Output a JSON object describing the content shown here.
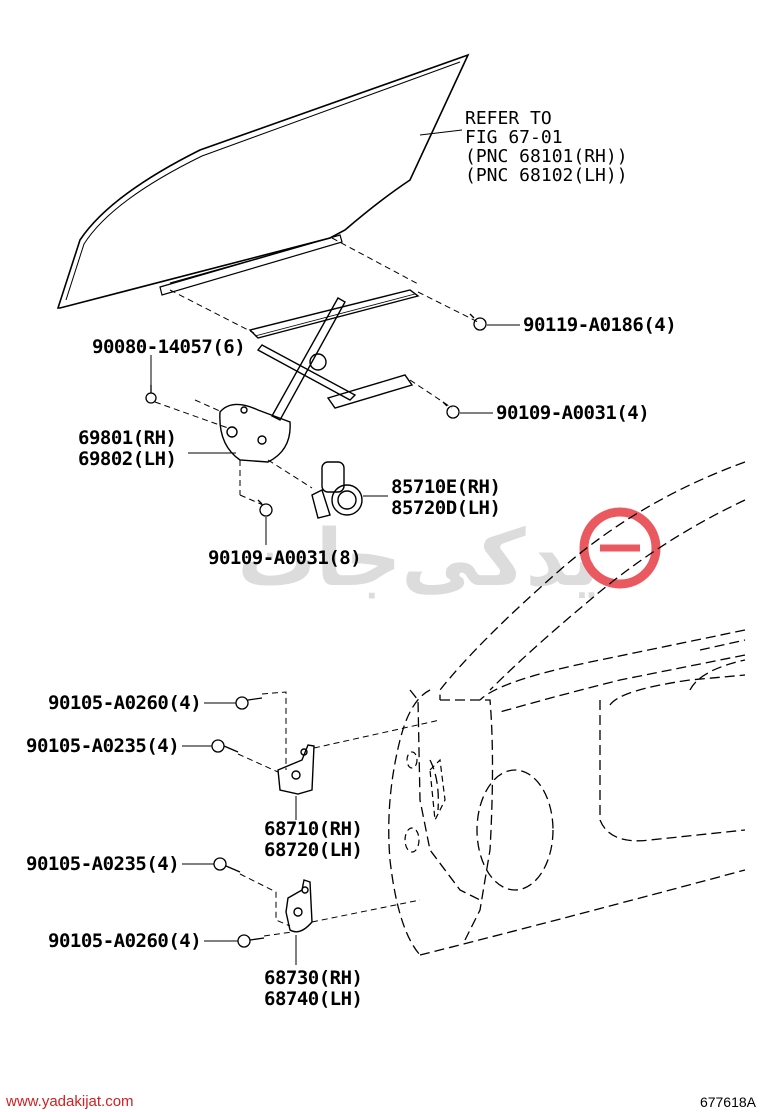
{
  "diagram": {
    "refer_lines": [
      "REFER TO",
      "FIG 67-01",
      "(PNC 68101(RH))",
      "(PNC 68102(LH))"
    ],
    "callouts": {
      "bolt_glass": "90119-A0186(4)",
      "bolt_channel": "90109-A0031(4)",
      "bolt_regulator": "90080-14057(6)",
      "regulator_rh": "69801(RH)",
      "regulator_lh": "69802(LH)",
      "motor_rh": "85710E(RH)",
      "motor_lh": "85720D(LH)",
      "bolt_motor": "90109-A0031(8)",
      "upper_hinge_bolt_a": "90105-A0260(4)",
      "upper_hinge_bolt_b": "90105-A0235(4)",
      "upper_hinge_rh": "68710(RH)",
      "upper_hinge_lh": "68720(LH)",
      "lower_hinge_bolt_a": "90105-A0235(4)",
      "lower_hinge_bolt_b": "90105-A0260(4)",
      "lower_hinge_rh": "68730(RH)",
      "lower_hinge_lh": "68740(LH)"
    }
  },
  "watermark": {
    "text": "یدکی‌جات",
    "color_red": "#e8474f",
    "color_gray": "#d9d9d9"
  },
  "footer": {
    "site": "www.yadakijat.com",
    "figure_id": "677618A"
  }
}
